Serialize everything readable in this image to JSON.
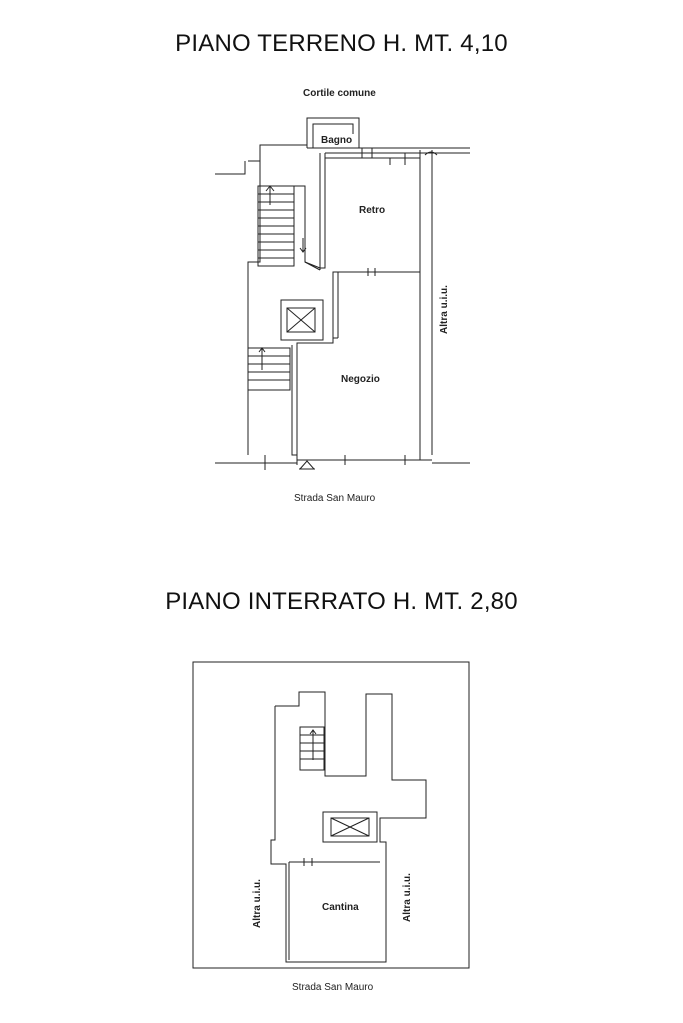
{
  "plans": [
    {
      "title": "PIANO TERRENO H. MT. 4,10",
      "top_label": "Cortile comune",
      "bottom_label": "Strada San Mauro",
      "side_label": "Altra u.i.u.",
      "rooms": [
        "Bagno",
        "Retro",
        "Negozio"
      ]
    },
    {
      "title": "PIANO INTERRATO H. MT. 2,80",
      "bottom_label": "Strada San Mauro",
      "left_label": "Altra u.i.u.",
      "right_label": "Altra u.i.u.",
      "rooms": [
        "Cantina"
      ]
    }
  ]
}
